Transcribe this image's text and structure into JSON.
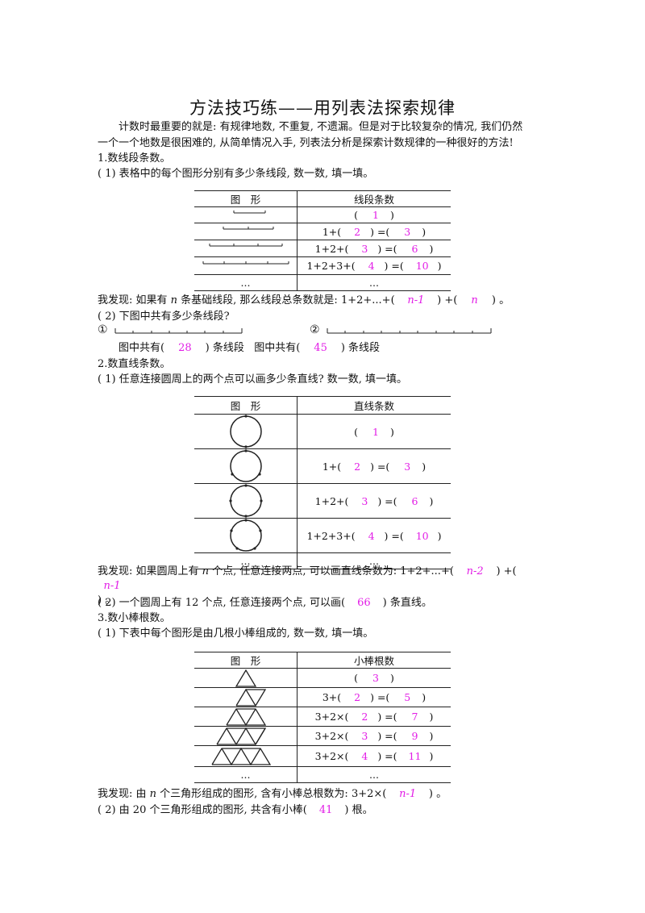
{
  "title": "方法技巧练——用列表法探索规律",
  "intro": {
    "line1": "计数时最重要的就是: 有规律地数, 不重复, 不遗漏。但是对于比较复杂的情况, 我们仍然",
    "line2": "一个一个地数是很困难的, 从简单情况入手, 列表法分析是探索计数规律的一种很好的方法!"
  },
  "s1": {
    "heading": "1.数线段条数。",
    "q1": "( 1) 表格中的每个图形分别有多少条线段, 数一数, 填一填。",
    "table": {
      "col_figure": "图　形",
      "col_count": "线段条数",
      "rows": [
        {
          "pre": "(",
          "ans1": "1",
          "mid": ")",
          "ans2": "",
          "post": ""
        },
        {
          "pre": "1+(",
          "ans1": "2",
          "mid": ") =(",
          "ans2": "3",
          "post": ")"
        },
        {
          "pre": "1+2+(",
          "ans1": "3",
          "mid": ") =(",
          "ans2": "6",
          "post": ")"
        },
        {
          "pre": "1+2+3+(",
          "ans1": "4",
          "mid": ") =(",
          "ans2": "10",
          "post": ")"
        }
      ],
      "ellipsis": "..."
    },
    "finding": {
      "a": "我发现: 如果有",
      "n": "n",
      "b": "条基础线段, 那么线段总条数就是: 1+2+...+(",
      "ans1": "n-1",
      "c": ") +(",
      "ans2": "n",
      "d": ") 。"
    },
    "q2": "( 2) 下图中共有多少条线段?",
    "q2_labels": [
      "①",
      "②"
    ],
    "q2_answers": {
      "a": "图中共有(",
      "ans1": "28",
      "b": ") 条线段",
      "c": "图中共有(",
      "ans2": "45",
      "d": ") 条线段"
    }
  },
  "s2": {
    "heading": "2.数直线条数。",
    "q1": "( 1) 任意连接圆周上的两个点可以画多少条直线? 数一数, 填一填。",
    "table": {
      "col_figure": "图　形",
      "col_count": "直线条数",
      "rows": [
        {
          "pre": "(",
          "ans1": "1",
          "mid": ")",
          "ans2": "",
          "post": ""
        },
        {
          "pre": "1+(",
          "ans1": "2",
          "mid": ") =(",
          "ans2": "3",
          "post": ")"
        },
        {
          "pre": "1+2+(",
          "ans1": "3",
          "mid": ") =(",
          "ans2": "6",
          "post": ")"
        },
        {
          "pre": "1+2+3+(",
          "ans1": "4",
          "mid": ") =(",
          "ans2": "10",
          "post": ")"
        }
      ],
      "ellipsis": "..."
    },
    "finding": {
      "a": "我发现: 如果圆周上有",
      "n": "n",
      "b": "个点, 任意连接两点, 可以画直线条数为: 1+2+...+(",
      "ans1": "n-2",
      "c": ") +(",
      "ans2": "n-1",
      "d": ") 。"
    },
    "q2": {
      "a": "( 2) 一个圆周上有 12 个点, 任意连接两个点, 可以画(",
      "ans": "66",
      "b": ") 条直线。"
    }
  },
  "s3": {
    "heading": "3.数小棒根数。",
    "q1": "( 1) 下表中每个图形是由几根小棒组成的, 数一数, 填一填。",
    "table": {
      "col_figure": "图　形",
      "col_count": "小棒根数",
      "rows": [
        {
          "pre": "(",
          "ans1": "3",
          "mid": ")",
          "ans2": "",
          "post": ""
        },
        {
          "pre": "3+(",
          "ans1": "2",
          "mid": ") =(",
          "ans2": "5",
          "post": ")"
        },
        {
          "pre": "3+2×(",
          "ans1": "2",
          "mid": ") =(",
          "ans2": "7",
          "post": ")"
        },
        {
          "pre": "3+2×(",
          "ans1": "3",
          "mid": ") =(",
          "ans2": "9",
          "post": ")"
        },
        {
          "pre": "3+2×(",
          "ans1": "4",
          "mid": ") =(",
          "ans2": "11",
          "post": ")"
        }
      ],
      "ellipsis": "..."
    },
    "finding": {
      "a": "我发现: 由",
      "n": "n",
      "b": "个三角形组成的图形, 含有小棒总根数为: 3+2×(",
      "ans": "n-1",
      "c": ") 。"
    },
    "q2": {
      "a": "( 2) 由 20 个三角形组成的图形, 共含有小棒(",
      "ans": "41",
      "b": ") 根。"
    }
  },
  "colors": {
    "answer": "#e21de6",
    "text": "#111111"
  }
}
